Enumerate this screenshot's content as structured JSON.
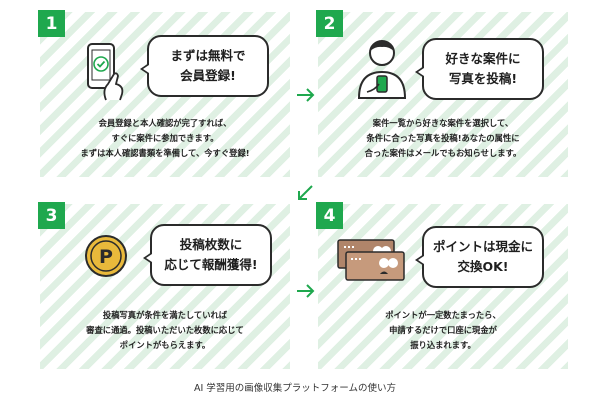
{
  "colors": {
    "accent": "#1fa84e",
    "stripe": "#dff0e3"
  },
  "steps": [
    {
      "number": "1",
      "bubble": "まずは無料で\n会員登録!",
      "icon": "smartphone-check-icon",
      "desc": "会員登録と本人確認が完了すれば、\nすぐに案件に参加できます。\nまずは本人確認書類を準備して、今すぐ登録!"
    },
    {
      "number": "2",
      "bubble": "好きな案件に\n写真を投稿!",
      "icon": "person-with-phone-icon",
      "desc": "案件一覧から好きな案件を選択して、\n条件に合った写真を投稿!あなたの属性に\n合った案件はメールでもお知らせします。"
    },
    {
      "number": "3",
      "bubble": "投稿枚数に\n応じて報酬獲得!",
      "icon": "point-coin-icon",
      "desc": "投稿写真が条件を満たしていれば\n審査に通過。投稿いただいた枚数に応じて\nポイントがもらえます。"
    },
    {
      "number": "4",
      "bubble": "ポイントは現金に\n交換OK!",
      "icon": "bank-cards-icon",
      "desc": "ポイントが一定数たまったら、\n申請するだけで口座に現金が\n振り込まれます。"
    }
  ],
  "caption": "AI 学習用の画像収集プラットフォームの使い方"
}
